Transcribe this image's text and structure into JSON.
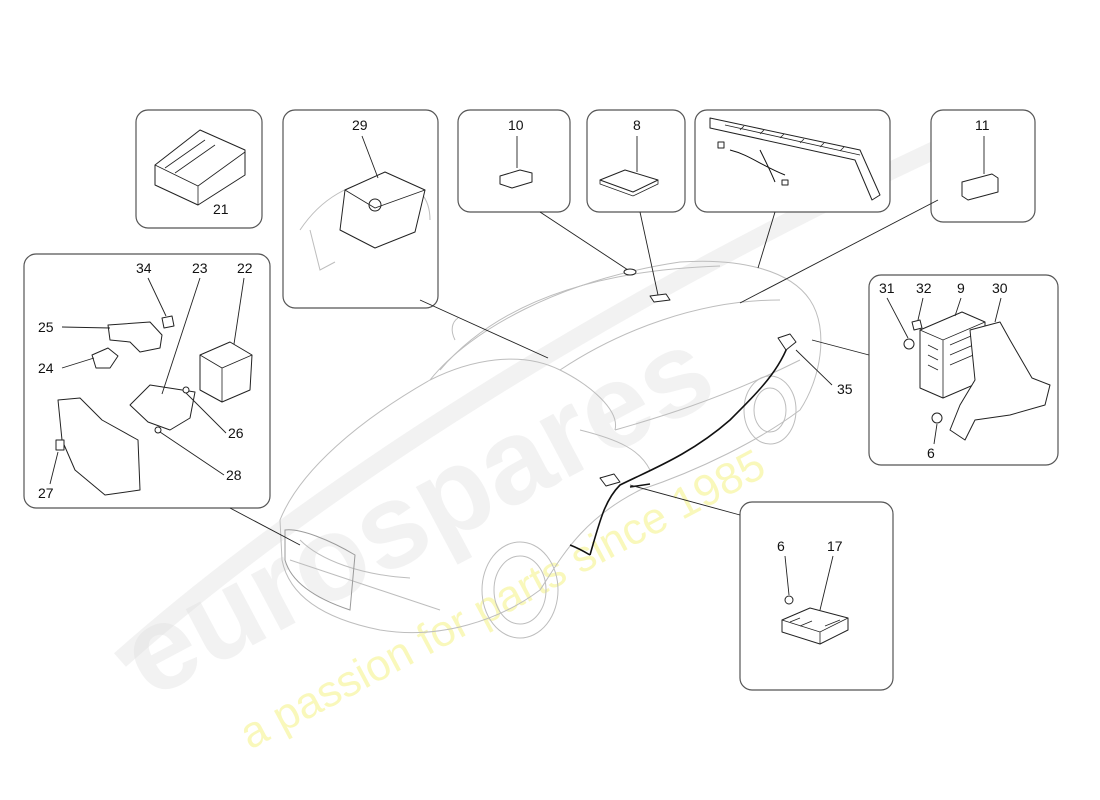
{
  "watermark": {
    "brand": "eurospares",
    "tagline": "a passion for parts since 1985"
  },
  "callouts": {
    "n21": "21",
    "n29": "29",
    "n10": "10",
    "n8": "8",
    "n11": "11",
    "n34": "34",
    "n23": "23",
    "n22": "22",
    "n25": "25",
    "n24": "24",
    "n26": "26",
    "n28": "28",
    "n27": "27",
    "n31": "31",
    "n32": "32",
    "n9": "9",
    "n30": "30",
    "n6a": "6",
    "n35": "35",
    "n6b": "6",
    "n17": "17"
  },
  "colors": {
    "line": "#222222",
    "car_outline": "#bdbdbd",
    "watermark_grey": "#dcdcdc",
    "watermark_yellow": "#f2f06b"
  }
}
